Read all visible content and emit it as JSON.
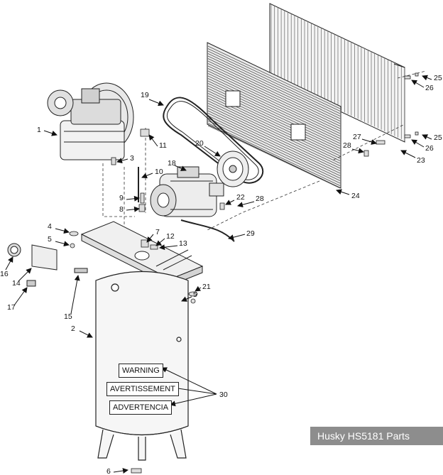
{
  "caption": "Husky  HS5181 Parts",
  "warning_labels": [
    "WARNING",
    "AVERTISSEMENT",
    "ADVERTENCIA"
  ],
  "callouts": [
    "1",
    "2",
    "3",
    "4",
    "5",
    "5",
    "6",
    "7",
    "8",
    "9",
    "10",
    "11",
    "12",
    "13",
    "14",
    "15",
    "16",
    "17",
    "18",
    "19",
    "20",
    "21",
    "22",
    "23",
    "24",
    "25",
    "25",
    "26",
    "26",
    "27",
    "28",
    "28",
    "29",
    "30"
  ]
}
